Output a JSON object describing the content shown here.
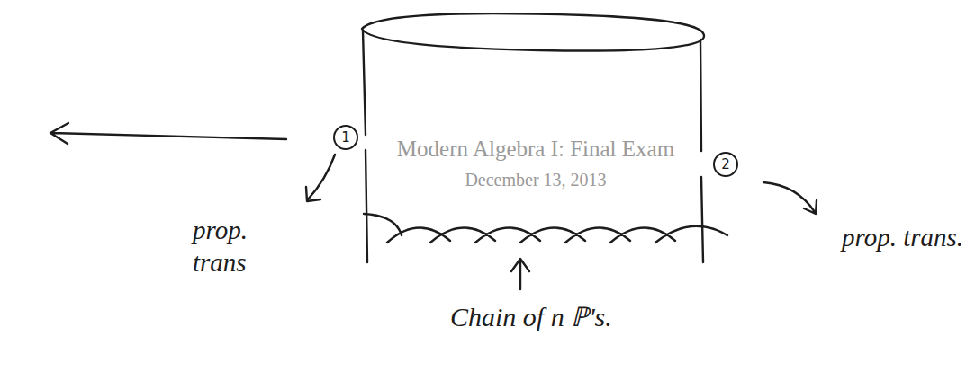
{
  "diagram": {
    "nodes": [
      {
        "text": [
          "1"
        ]
      },
      {
        "text": [
          "2"
        ]
      }
    ],
    "labels": [
      "prop. trans",
      "prop. trans.",
      "Chain of n ℙ's.",
      "Modern Algebra I: Final Exam",
      "December 13, 2013"
    ]
  }
}
